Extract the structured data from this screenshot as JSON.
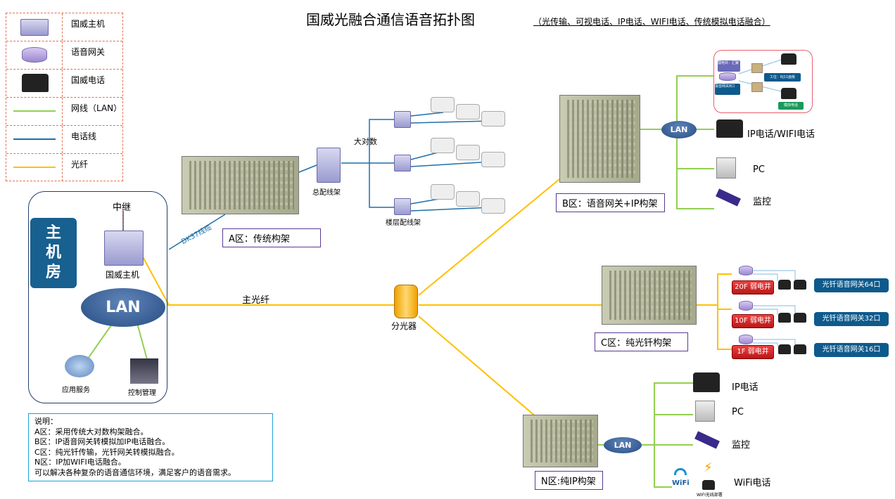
{
  "title": "国威光融合通信语音拓扑图",
  "subtitle": "（光传输、可视电话、IP电话、WIFI电话、传统模拟电话融合）",
  "legend": [
    {
      "icon": "host-switch-icon",
      "label": "国威主机"
    },
    {
      "icon": "voice-gateway-icon",
      "label": "语音网关"
    },
    {
      "icon": "telephone-icon",
      "label": "国威电话"
    },
    {
      "icon": "lan-line",
      "label": "网线（LAN）",
      "color": "#92d050"
    },
    {
      "icon": "phone-line",
      "label": "电话线",
      "color": "#1f6fa8"
    },
    {
      "icon": "fiber-line",
      "label": "光纤",
      "color": "#ffc000"
    }
  ],
  "machine_room": {
    "title": "主机房",
    "relay": "中继",
    "host": "国威主机",
    "lan": "LAN",
    "app_server": "应用服务",
    "control": "控制管理"
  },
  "zone_a": {
    "label": "A区：传统构架",
    "cable": "DK37线缆",
    "main_rack": "总配线架",
    "trunk": "大对数",
    "floor_rack": "楼层配线架"
  },
  "main_fiber": "主光纤",
  "splitter": "分光器",
  "zone_b": {
    "label": "B区：语音网关+IP构架",
    "lan": "LAN",
    "ip_phone": "IP电话/WIFI电话",
    "pc": "PC",
    "camera": "监控",
    "inset": {
      "shaft": "弱电井：汇聚",
      "gateway": "语音网关8口",
      "station": "工位：RJ11面板",
      "analog": "模拟电话"
    }
  },
  "zone_c": {
    "label": "C区：纯光钎构架",
    "floors": [
      {
        "floor": "20F 弱电井",
        "gateway": "光钎语音网关64口"
      },
      {
        "floor": "10F 弱电井",
        "gateway": "光钎语音网关32口"
      },
      {
        "floor": "1F 弱电井",
        "gateway": "光钎语音网关16口"
      }
    ]
  },
  "zone_n": {
    "label": "N区:纯IP构架",
    "lan": "LAN",
    "ip_phone": "IP电话",
    "pc": "PC",
    "camera": "监控",
    "wifi_phone": "WiFi电话",
    "wifi": "WiFi",
    "wifi_deploy": "WIFI无线部署"
  },
  "notes": [
    "说明：",
    "A区：采用传统大对数构架融合。",
    "B区：IP语音网关转模拟加IP电话融合。",
    "C区：纯光钎传输，光钎网关转模拟融合。",
    "N区：IP加WIFI电话融合。",
    "可以解决各种复杂的语音通信环境，满足客户的语音需求。"
  ],
  "colors": {
    "lan": "#92d050",
    "phone": "#1f6fa8",
    "fiber": "#ffc000",
    "zone_border": "#5a3a90"
  }
}
